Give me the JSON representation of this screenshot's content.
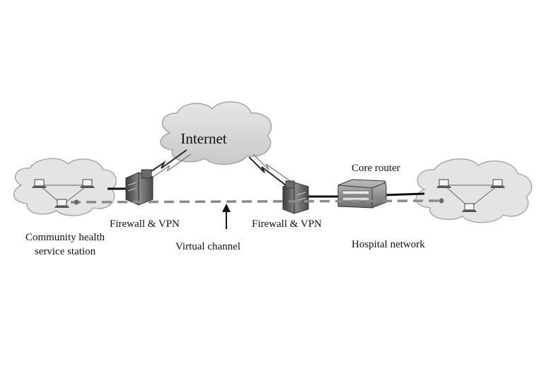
{
  "labels": {
    "internet": "Internet",
    "core_router": "Core router",
    "firewall_left": "Firewall & VPN",
    "firewall_right": "Firewall & VPN",
    "community_line1": "Community health",
    "community_line2": "service station",
    "virtual_channel": "Virtual channel",
    "hospital_network": "Hospital network"
  },
  "colors": {
    "cloud_fill": "#d4d4d4",
    "cloud_stroke": "#9a9a9a",
    "dashed_channel": "#8a8a8a",
    "device": "#5f5f5f",
    "line": "#1a1a1a"
  }
}
